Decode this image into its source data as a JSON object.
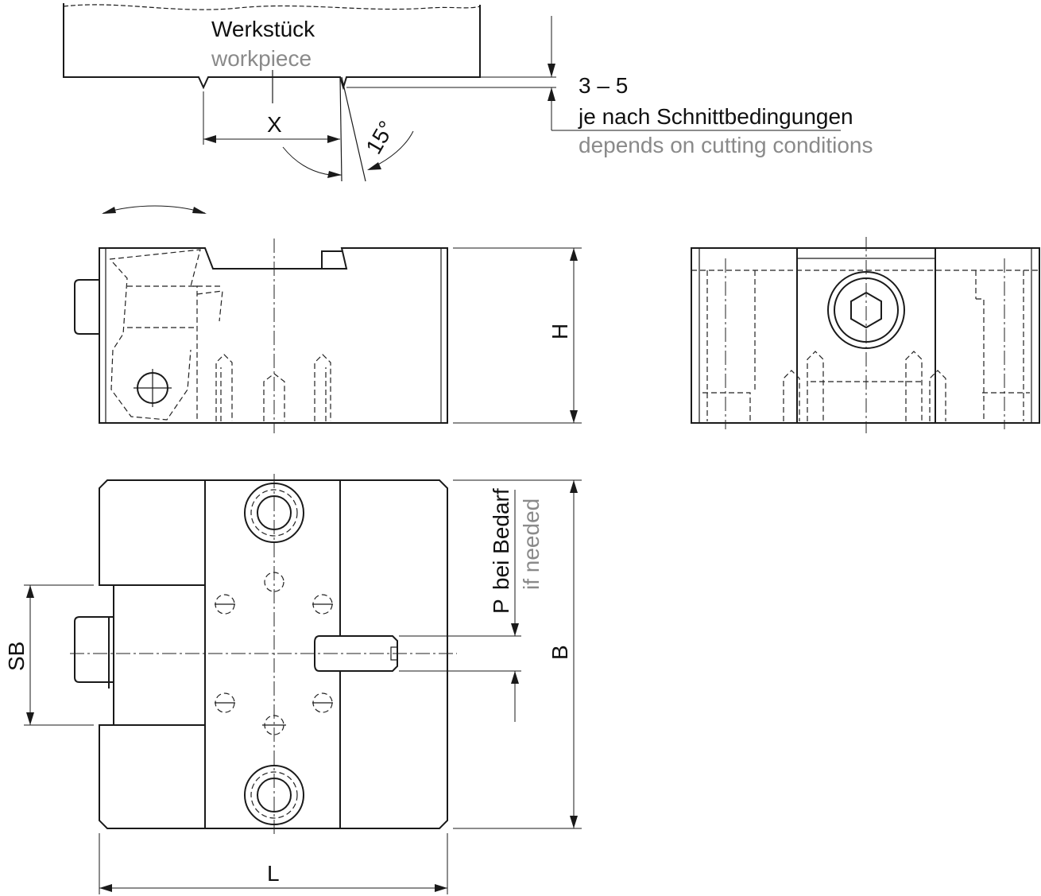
{
  "labels": {
    "workpiece_de": "Werkstück",
    "workpiece_en": "workpiece",
    "dim_x": "X",
    "angle": "15°",
    "depth_range": "3 – 5",
    "cutting_de": "je nach Schnittbedingungen",
    "cutting_en": "depends on cutting conditions",
    "dim_h": "H",
    "dim_sb": "SB",
    "dim_p": "P",
    "bei_bedarf_de": "bei Bedarf",
    "if_needed_en": "if needed",
    "dim_b": "B",
    "dim_l": "L"
  },
  "colors": {
    "line": "#1a1a1a",
    "secondary_text": "#8a8a8a"
  }
}
